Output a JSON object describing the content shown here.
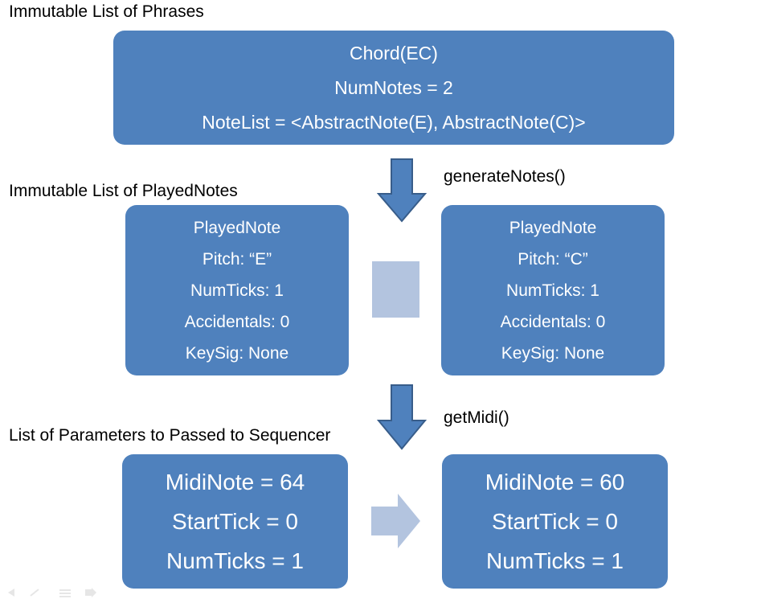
{
  "labels": {
    "phrases_heading": "Immutable List of Phrases",
    "playednotes_heading": "Immutable List of PlayedNotes",
    "params_heading": "List of Parameters to Passed to Sequencer",
    "generate_step": "generateNotes()",
    "midi_step": "getMidi()"
  },
  "chord": {
    "title": "Chord(EC)",
    "numnotes": "NumNotes = 2",
    "notelist": "NoteList = <AbstractNote(E),  AbstractNote(C)>"
  },
  "played_notes": [
    {
      "title": "PlayedNote",
      "pitch": "Pitch: “E”",
      "numticks": "NumTicks: 1",
      "accidentals": "Accidentals: 0",
      "keysig": "KeySig: None"
    },
    {
      "title": "PlayedNote",
      "pitch": "Pitch: “C”",
      "numticks": "NumTicks: 1",
      "accidentals": "Accidentals: 0",
      "keysig": "KeySig: None"
    }
  ],
  "midi_params": [
    {
      "midinote": "MidiNote = 64",
      "starttick": "StartTick = 0",
      "numticks": "NumTicks = 1"
    },
    {
      "midinote": "MidiNote = 60",
      "starttick": "StartTick = 0",
      "numticks": "NumTicks = 1"
    }
  ],
  "colors": {
    "box_fill": "#4f81bd",
    "arrow_fill": "#4f81bd",
    "arrow_stroke": "#385d8a",
    "light_fill": "#b3c4df"
  },
  "icons": [
    "down-arrow-icon",
    "right-arrow-icon",
    "slide-nav-icons"
  ]
}
